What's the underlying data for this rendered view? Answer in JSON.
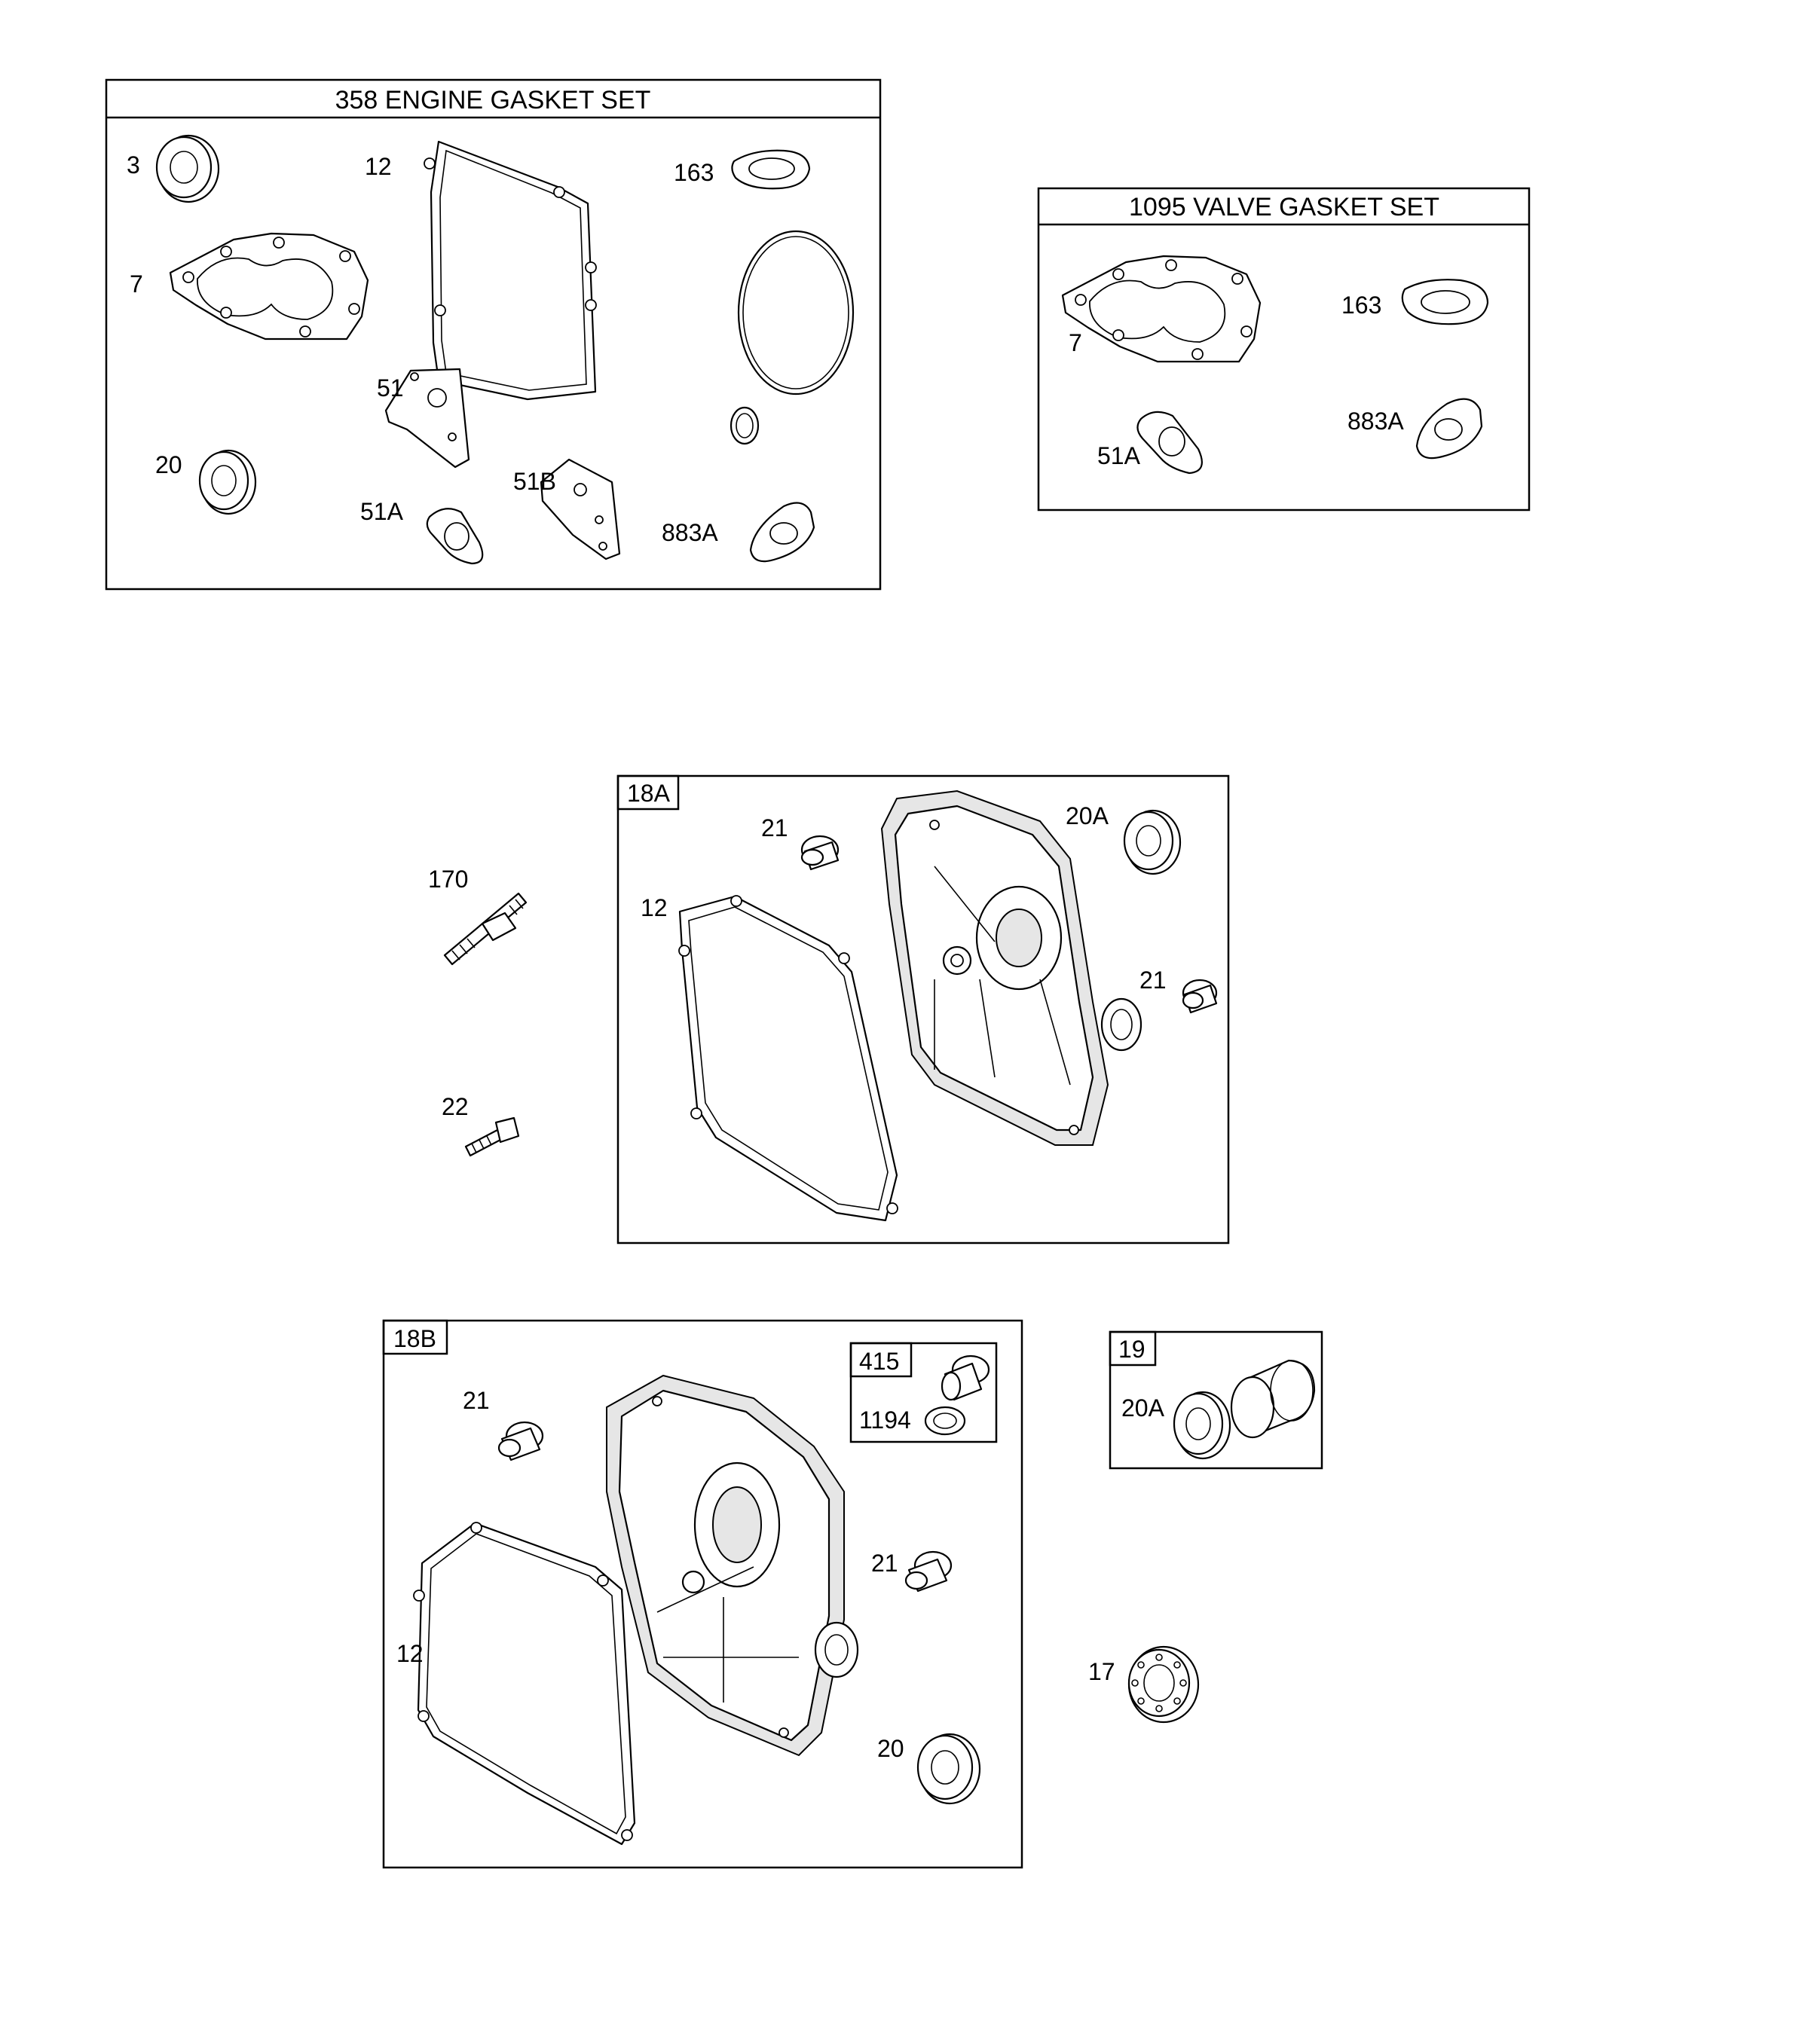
{
  "panels": {
    "engine_gasket_set": {
      "title": "358 ENGINE GASKET SET",
      "callouts": [
        "3",
        "12",
        "163",
        "7",
        "51",
        "20",
        "51B",
        "51A",
        "883A"
      ]
    },
    "valve_gasket_set": {
      "title": "1095 VALVE GASKET SET",
      "callouts": [
        "7",
        "163",
        "51A",
        "883A"
      ]
    },
    "sump_18a": {
      "tag": "18A",
      "callouts": [
        "21",
        "20A",
        "12",
        "21"
      ]
    },
    "sump_18b": {
      "tag": "18B",
      "callouts": [
        "21",
        "21",
        "12",
        "20"
      ],
      "inset": {
        "tag": "415",
        "callouts": [
          "1194"
        ]
      }
    },
    "kit_19": {
      "tag": "19",
      "callouts": [
        "20A"
      ]
    }
  },
  "loose_parts": [
    "170",
    "22",
    "17"
  ],
  "colors": {
    "line": "#000000",
    "background": "#ffffff"
  }
}
